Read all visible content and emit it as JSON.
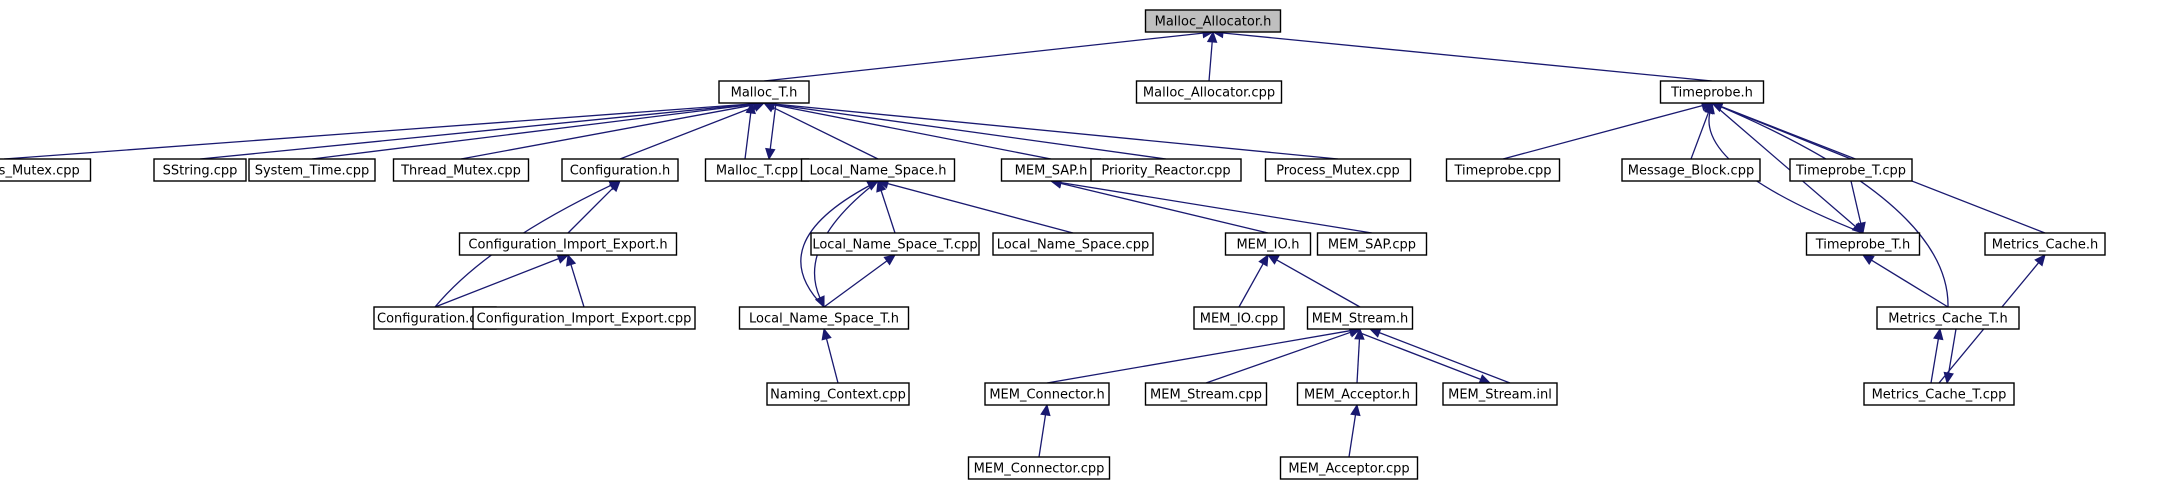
{
  "nodes": [
    {
      "id": "malloc_allocator_h",
      "label": "Malloc_Allocator.h",
      "root": true
    },
    {
      "id": "malloc_t_h",
      "label": "Malloc_T.h"
    },
    {
      "id": "malloc_allocator_cpp",
      "label": "Malloc_Allocator.cpp"
    },
    {
      "id": "timeprobe_h",
      "label": "Timeprobe.h"
    },
    {
      "id": "rw_process_mutex_cpp",
      "label": "RW_Process_Mutex.cpp"
    },
    {
      "id": "sstring_cpp",
      "label": "SString.cpp"
    },
    {
      "id": "system_time_cpp",
      "label": "System_Time.cpp"
    },
    {
      "id": "thread_mutex_cpp",
      "label": "Thread_Mutex.cpp"
    },
    {
      "id": "configuration_h",
      "label": "Configuration.h"
    },
    {
      "id": "malloc_t_cpp",
      "label": "Malloc_T.cpp"
    },
    {
      "id": "local_name_space_h",
      "label": "Local_Name_Space.h"
    },
    {
      "id": "mem_sap_h",
      "label": "MEM_SAP.h"
    },
    {
      "id": "priority_reactor_cpp",
      "label": "Priority_Reactor.cpp"
    },
    {
      "id": "process_mutex_cpp",
      "label": "Process_Mutex.cpp"
    },
    {
      "id": "timeprobe_cpp",
      "label": "Timeprobe.cpp"
    },
    {
      "id": "message_block_cpp",
      "label": "Message_Block.cpp"
    },
    {
      "id": "timeprobe_t_cpp",
      "label": "Timeprobe_T.cpp"
    },
    {
      "id": "configuration_import_export_h",
      "label": "Configuration_Import_Export.h"
    },
    {
      "id": "local_name_space_t_cpp",
      "label": "Local_Name_Space_T.cpp"
    },
    {
      "id": "local_name_space_cpp",
      "label": "Local_Name_Space.cpp"
    },
    {
      "id": "mem_io_h",
      "label": "MEM_IO.h"
    },
    {
      "id": "mem_sap_cpp",
      "label": "MEM_SAP.cpp"
    },
    {
      "id": "timeprobe_t_h",
      "label": "Timeprobe_T.h"
    },
    {
      "id": "metrics_cache_h",
      "label": "Metrics_Cache.h"
    },
    {
      "id": "configuration_cpp",
      "label": "Configuration.cpp"
    },
    {
      "id": "configuration_import_export_cpp",
      "label": "Configuration_Import_Export.cpp"
    },
    {
      "id": "local_name_space_t_h",
      "label": "Local_Name_Space_T.h"
    },
    {
      "id": "mem_io_cpp",
      "label": "MEM_IO.cpp"
    },
    {
      "id": "mem_stream_h",
      "label": "MEM_Stream.h"
    },
    {
      "id": "metrics_cache_t_h",
      "label": "Metrics_Cache_T.h"
    },
    {
      "id": "naming_context_cpp",
      "label": "Naming_Context.cpp"
    },
    {
      "id": "mem_connector_h",
      "label": "MEM_Connector.h"
    },
    {
      "id": "mem_stream_cpp",
      "label": "MEM_Stream.cpp"
    },
    {
      "id": "mem_acceptor_h",
      "label": "MEM_Acceptor.h"
    },
    {
      "id": "mem_stream_inl",
      "label": "MEM_Stream.inl"
    },
    {
      "id": "metrics_cache_t_cpp",
      "label": "Metrics_Cache_T.cpp"
    },
    {
      "id": "mem_connector_cpp",
      "label": "MEM_Connector.cpp"
    },
    {
      "id": "mem_acceptor_cpp",
      "label": "MEM_Acceptor.cpp"
    }
  ],
  "edges": [
    {
      "from": "malloc_t_h",
      "to": "malloc_allocator_h"
    },
    {
      "from": "malloc_allocator_cpp",
      "to": "malloc_allocator_h"
    },
    {
      "from": "timeprobe_h",
      "to": "malloc_allocator_h"
    },
    {
      "from": "rw_process_mutex_cpp",
      "to": "malloc_t_h"
    },
    {
      "from": "sstring_cpp",
      "to": "malloc_t_h"
    },
    {
      "from": "system_time_cpp",
      "to": "malloc_t_h"
    },
    {
      "from": "thread_mutex_cpp",
      "to": "malloc_t_h"
    },
    {
      "from": "configuration_h",
      "to": "malloc_t_h"
    },
    {
      "from": "malloc_t_cpp",
      "to": "malloc_t_h"
    },
    {
      "from": "malloc_t_h",
      "to": "malloc_t_cpp"
    },
    {
      "from": "local_name_space_h",
      "to": "malloc_t_h"
    },
    {
      "from": "mem_sap_h",
      "to": "malloc_t_h"
    },
    {
      "from": "priority_reactor_cpp",
      "to": "malloc_t_h"
    },
    {
      "from": "process_mutex_cpp",
      "to": "malloc_t_h"
    },
    {
      "from": "timeprobe_cpp",
      "to": "timeprobe_h"
    },
    {
      "from": "message_block_cpp",
      "to": "timeprobe_h"
    },
    {
      "from": "timeprobe_t_cpp",
      "to": "timeprobe_h"
    },
    {
      "from": "timeprobe_t_h",
      "to": "timeprobe_h"
    },
    {
      "from": "timeprobe_h",
      "to": "timeprobe_t_h"
    },
    {
      "from": "metrics_cache_t_h",
      "to": "timeprobe_h"
    },
    {
      "from": "metrics_cache_h",
      "to": "timeprobe_h"
    },
    {
      "from": "configuration_import_export_h",
      "to": "configuration_h"
    },
    {
      "from": "configuration_cpp",
      "to": "configuration_h"
    },
    {
      "from": "configuration_cpp",
      "to": "configuration_import_export_h"
    },
    {
      "from": "configuration_import_export_cpp",
      "to": "configuration_import_export_h"
    },
    {
      "from": "local_name_space_t_cpp",
      "to": "local_name_space_h"
    },
    {
      "from": "local_name_space_cpp",
      "to": "local_name_space_h"
    },
    {
      "from": "local_name_space_t_h",
      "to": "local_name_space_h"
    },
    {
      "from": "local_name_space_h",
      "to": "local_name_space_t_h"
    },
    {
      "from": "local_name_space_t_h",
      "to": "local_name_space_t_cpp"
    },
    {
      "from": "naming_context_cpp",
      "to": "local_name_space_t_h"
    },
    {
      "from": "mem_io_h",
      "to": "mem_sap_h"
    },
    {
      "from": "mem_sap_cpp",
      "to": "mem_sap_h"
    },
    {
      "from": "mem_io_cpp",
      "to": "mem_io_h"
    },
    {
      "from": "mem_stream_h",
      "to": "mem_io_h"
    },
    {
      "from": "mem_connector_h",
      "to": "mem_stream_h"
    },
    {
      "from": "mem_stream_cpp",
      "to": "mem_stream_h"
    },
    {
      "from": "mem_acceptor_h",
      "to": "mem_stream_h"
    },
    {
      "from": "mem_stream_inl",
      "to": "mem_stream_h"
    },
    {
      "from": "mem_stream_h",
      "to": "mem_stream_inl"
    },
    {
      "from": "mem_connector_cpp",
      "to": "mem_connector_h"
    },
    {
      "from": "mem_acceptor_cpp",
      "to": "mem_acceptor_h"
    },
    {
      "from": "timeprobe_t_cpp",
      "to": "timeprobe_t_h"
    },
    {
      "from": "metrics_cache_t_h",
      "to": "timeprobe_t_h"
    },
    {
      "from": "metrics_cache_t_cpp",
      "to": "metrics_cache_t_h"
    },
    {
      "from": "metrics_cache_t_h",
      "to": "metrics_cache_t_cpp"
    },
    {
      "from": "metrics_cache_t_cpp",
      "to": "metrics_cache_h"
    }
  ],
  "colors": {
    "edge": "#191970",
    "node_border": "#000000",
    "root_fill": "#bfbfbf",
    "node_fill": "#ffffff"
  }
}
